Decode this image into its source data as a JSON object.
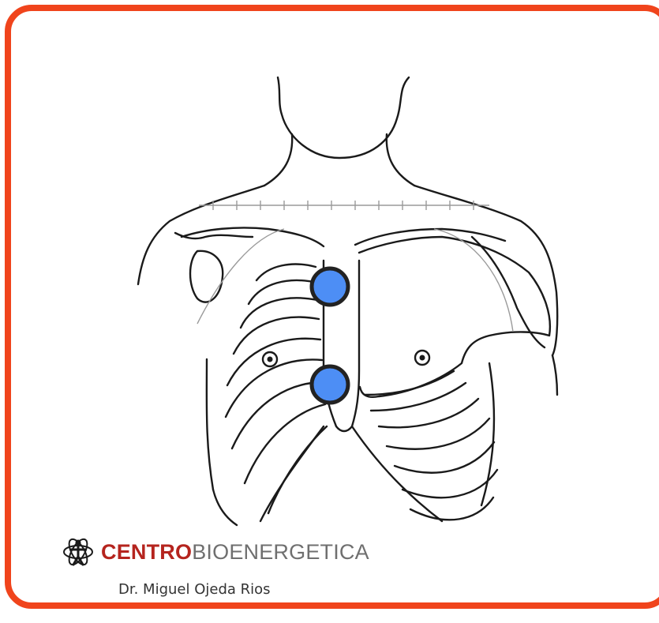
{
  "brand": {
    "name_bold": "CENTRO",
    "name_light": "BIOENERGETICA",
    "logo_icon": "figure-with-energy-rings-icon"
  },
  "doctor": {
    "name": "Dr. Miguel Ojeda Rios"
  },
  "markers": {
    "count": 2,
    "color": "#4d8ef5",
    "outline": "#222222"
  },
  "colors": {
    "frame": "#f0441c",
    "brand_bold": "#b5241e",
    "brand_light": "#6f6f6f"
  }
}
